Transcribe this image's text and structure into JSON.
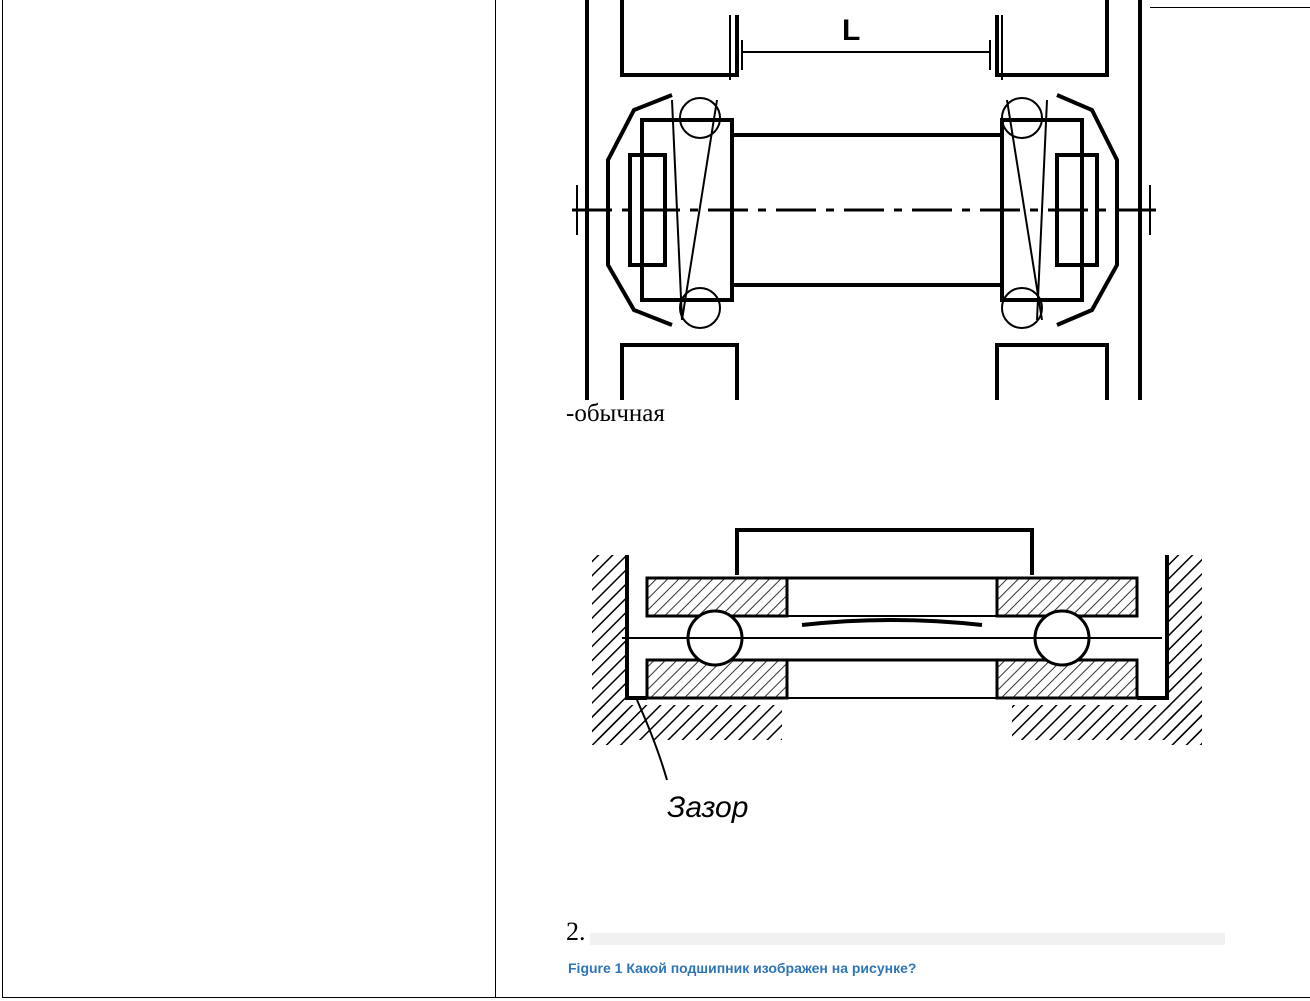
{
  "document": {
    "right_cell": {
      "bearing_label": "-обычная",
      "fig2_label": "Зазор",
      "item_number": "2.",
      "caption": "Figure 1 Какой подшипник изображен на рисунке?"
    },
    "figure1": {
      "dimension_label": "L"
    }
  },
  "colors": {
    "caption": "#2e75b6",
    "border": "#000000"
  }
}
